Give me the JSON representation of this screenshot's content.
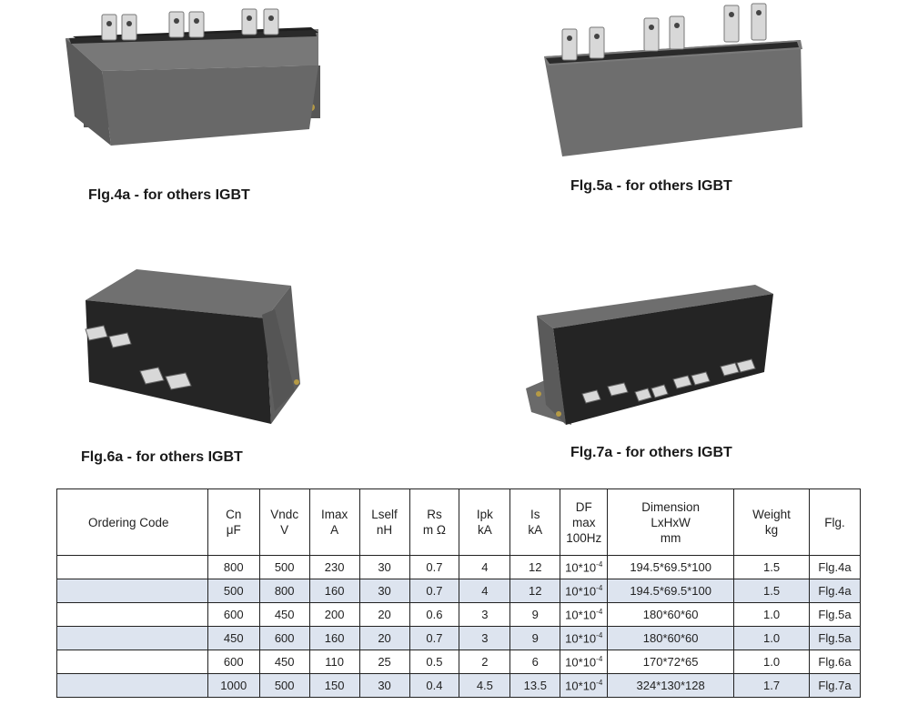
{
  "figures": [
    {
      "id": "fig4a",
      "caption": "Flg.4a - for others IGBT"
    },
    {
      "id": "fig5a",
      "caption": "Flg.5a - for others IGBT"
    },
    {
      "id": "fig6a",
      "caption": "Flg.6a - for others IGBT"
    },
    {
      "id": "fig7a",
      "caption": "Flg.7a - for others IGBT"
    }
  ],
  "colors": {
    "body_gray": "#6b6b6b",
    "dark_face": "#2c2c2c",
    "terminal": "#d8d8d8",
    "row_shade": "#dde4ef"
  },
  "table": {
    "headers": {
      "code": "Ordering Code",
      "cn": [
        "Cn",
        "μF"
      ],
      "vndc": [
        "Vndc",
        "V"
      ],
      "imax": [
        "Imax",
        "A"
      ],
      "lself": [
        "Lself",
        "nH"
      ],
      "rs": [
        "Rs",
        "m Ω"
      ],
      "ipk": [
        "Ipk",
        "kA"
      ],
      "is": [
        "Is",
        "kA"
      ],
      "df": [
        "DF",
        "max",
        "100Hz"
      ],
      "dimension": [
        "Dimension",
        "LxHxW",
        "mm"
      ],
      "weight": [
        "Weight",
        "kg"
      ],
      "fig": "Flg."
    },
    "rows": [
      {
        "code": "",
        "cn": "800",
        "vndc": "500",
        "imax": "230",
        "lself": "30",
        "rs": "0.7",
        "ipk": "4",
        "is": "12",
        "df_base": "10*10",
        "df_exp": "-4",
        "dimension": "194.5*69.5*100",
        "weight": "1.5",
        "fig": "Flg.4a"
      },
      {
        "code": "",
        "cn": "500",
        "vndc": "800",
        "imax": "160",
        "lself": "30",
        "rs": "0.7",
        "ipk": "4",
        "is": "12",
        "df_base": "10*10",
        "df_exp": "-4",
        "dimension": "194.5*69.5*100",
        "weight": "1.5",
        "fig": "Flg.4a"
      },
      {
        "code": "",
        "cn": "600",
        "vndc": "450",
        "imax": "200",
        "lself": "20",
        "rs": "0.6",
        "ipk": "3",
        "is": "9",
        "df_base": "10*10",
        "df_exp": "-4",
        "dimension": "180*60*60",
        "weight": "1.0",
        "fig": "Flg.5a"
      },
      {
        "code": "",
        "cn": "450",
        "vndc": "600",
        "imax": "160",
        "lself": "20",
        "rs": "0.7",
        "ipk": "3",
        "is": "9",
        "df_base": "10*10",
        "df_exp": "-4",
        "dimension": "180*60*60",
        "weight": "1.0",
        "fig": "Flg.5a"
      },
      {
        "code": "",
        "cn": "600",
        "vndc": "450",
        "imax": "110",
        "lself": "25",
        "rs": "0.5",
        "ipk": "2",
        "is": "6",
        "df_base": "10*10",
        "df_exp": "-4",
        "dimension": "170*72*65",
        "weight": "1.0",
        "fig": "Flg.6a"
      },
      {
        "code": "",
        "cn": "1000",
        "vndc": "500",
        "imax": "150",
        "lself": "30",
        "rs": "0.4",
        "ipk": "4.5",
        "is": "13.5",
        "df_base": "10*10",
        "df_exp": "-4",
        "dimension": "324*130*128",
        "weight": "1.7",
        "fig": "Flg.7a"
      }
    ]
  }
}
